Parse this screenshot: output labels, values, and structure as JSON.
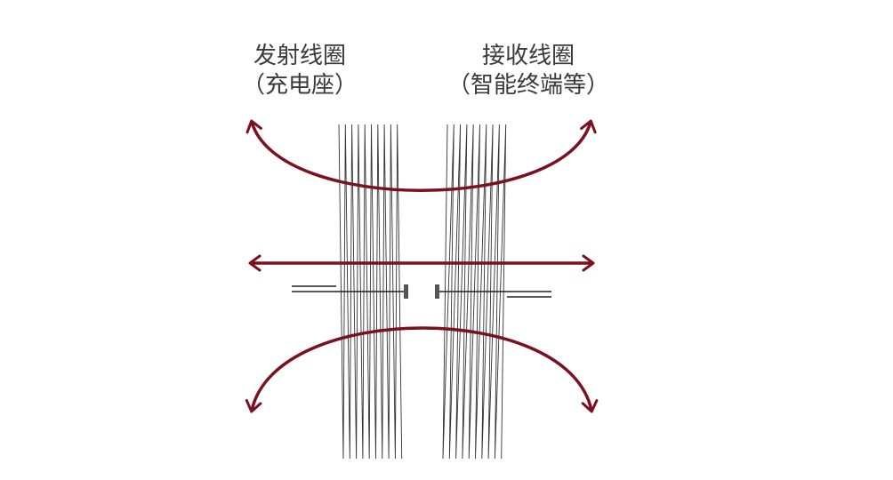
{
  "labels": {
    "transmitter": {
      "title": "发射线圈",
      "subtitle": "（充电座）"
    },
    "receiver": {
      "title": "接收线圈",
      "subtitle": "（智能终端等）"
    }
  },
  "colors": {
    "field_arrow": "#7b1020",
    "coil_wire": "#333333",
    "lead_wire": "#222222",
    "terminal": "#555555",
    "text": "#3a3a3a"
  }
}
